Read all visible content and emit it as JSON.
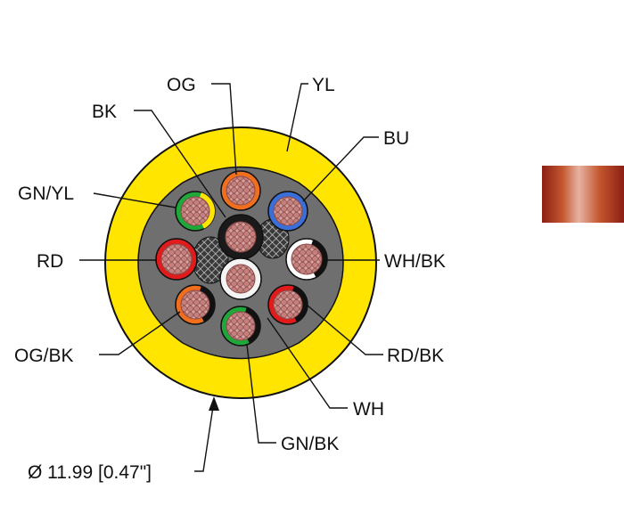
{
  "diagram": {
    "diameter_label": "Ø 11.99 [0.47\"]",
    "colors": {
      "jacket": "#ffe500",
      "filler": "#777777",
      "strand": "#c98a86",
      "wire_ring": "#d25b48"
    },
    "conductors": [
      {
        "label": "OG",
        "icon": "orange-conductor-icon",
        "color": "#f06f1e",
        "stripe": null
      },
      {
        "label": "BU",
        "icon": "blue-conductor-icon",
        "color": "#3a6ed8",
        "stripe": null
      },
      {
        "label": "WH/BK",
        "icon": "white-black-conductor-icon",
        "color": "#ffffff",
        "stripe": "#111111"
      },
      {
        "label": "RD/BK",
        "icon": "red-black-conductor-icon",
        "color": "#e11b1b",
        "stripe": "#111111"
      },
      {
        "label": "WH",
        "icon": "white-conductor-icon",
        "color": "#f2f2f2",
        "stripe": null
      },
      {
        "label": "GN/BK",
        "icon": "green-black-conductor-icon",
        "color": "#1fa83a",
        "stripe": "#111111"
      },
      {
        "label": "OG/BK",
        "icon": "orange-black-conductor-icon",
        "color": "#f06f1e",
        "stripe": "#111111"
      },
      {
        "label": "RD",
        "icon": "red-conductor-icon",
        "color": "#e11b1b",
        "stripe": null
      },
      {
        "label": "GN/YL",
        "icon": "green-yellow-conductor-icon",
        "color": "#1fa83a",
        "stripe": "#ffe500"
      },
      {
        "label": "BK",
        "icon": "black-conductor-icon",
        "color": "#222222",
        "stripe": null
      }
    ],
    "labels": {
      "og": "OG",
      "yl": "YL",
      "bk": "BK",
      "bu": "BU",
      "gn_yl": "GN/YL",
      "rd": "RD",
      "wh_bk": "WH/BK",
      "og_bk": "OG/BK",
      "rd_bk": "RD/BK",
      "wh": "WH",
      "gn_bk": "GN/BK"
    },
    "swatch": {
      "icon": "cable-color-swatch-icon",
      "colors": [
        "#8c1e14",
        "#c4572f",
        "#e6b3a3",
        "#c4572f",
        "#8c1e14"
      ]
    }
  }
}
